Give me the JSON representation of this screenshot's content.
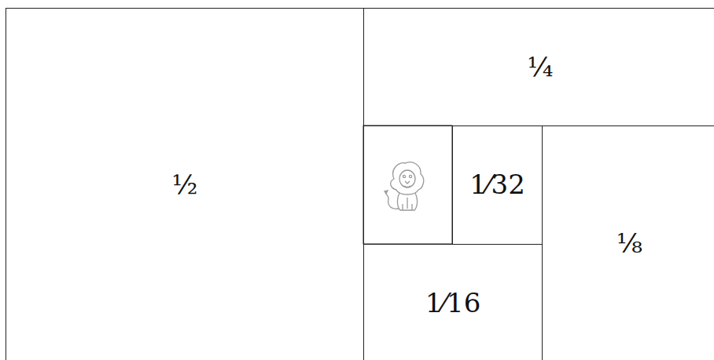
{
  "diagram": {
    "nodes": [
      {
        "text": [
          "½"
        ]
      },
      {
        "text": [
          "¼"
        ]
      },
      {
        "text": [
          "1⁄32"
        ]
      },
      {
        "text": [
          "⅛"
        ]
      },
      {
        "text": [
          "1⁄16"
        ]
      }
    ]
  }
}
